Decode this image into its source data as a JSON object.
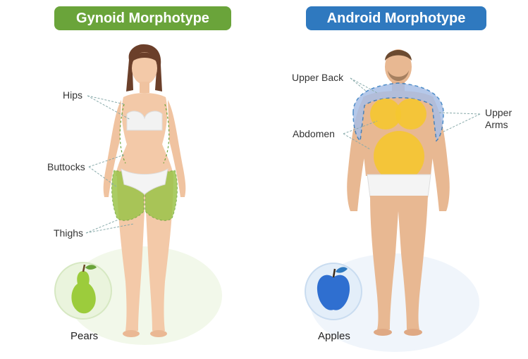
{
  "gynoid": {
    "title": "Gynoid Morphotype",
    "labels": {
      "hips": "Hips",
      "buttocks": "Buttocks",
      "thighs": "Thighs"
    },
    "fruit": "Pears",
    "fruit_icon": "pear-icon"
  },
  "android": {
    "title": "Android Morphotype",
    "labels": {
      "upper_back": "Upper Back",
      "abdomen": "Abdomen",
      "upper_arms_1": "Upper",
      "upper_arms_2": "Arms"
    },
    "fruit": "Apples",
    "fruit_icon": "apple-icon"
  },
  "colors": {
    "gynoid_badge": "#6aa43a",
    "android_badge": "#2f79bf",
    "fat_green": "#9cc44a",
    "fat_yellow": "#f5c630",
    "fat_blue": "#a9bfe6",
    "skin": "#f3c9a8"
  }
}
